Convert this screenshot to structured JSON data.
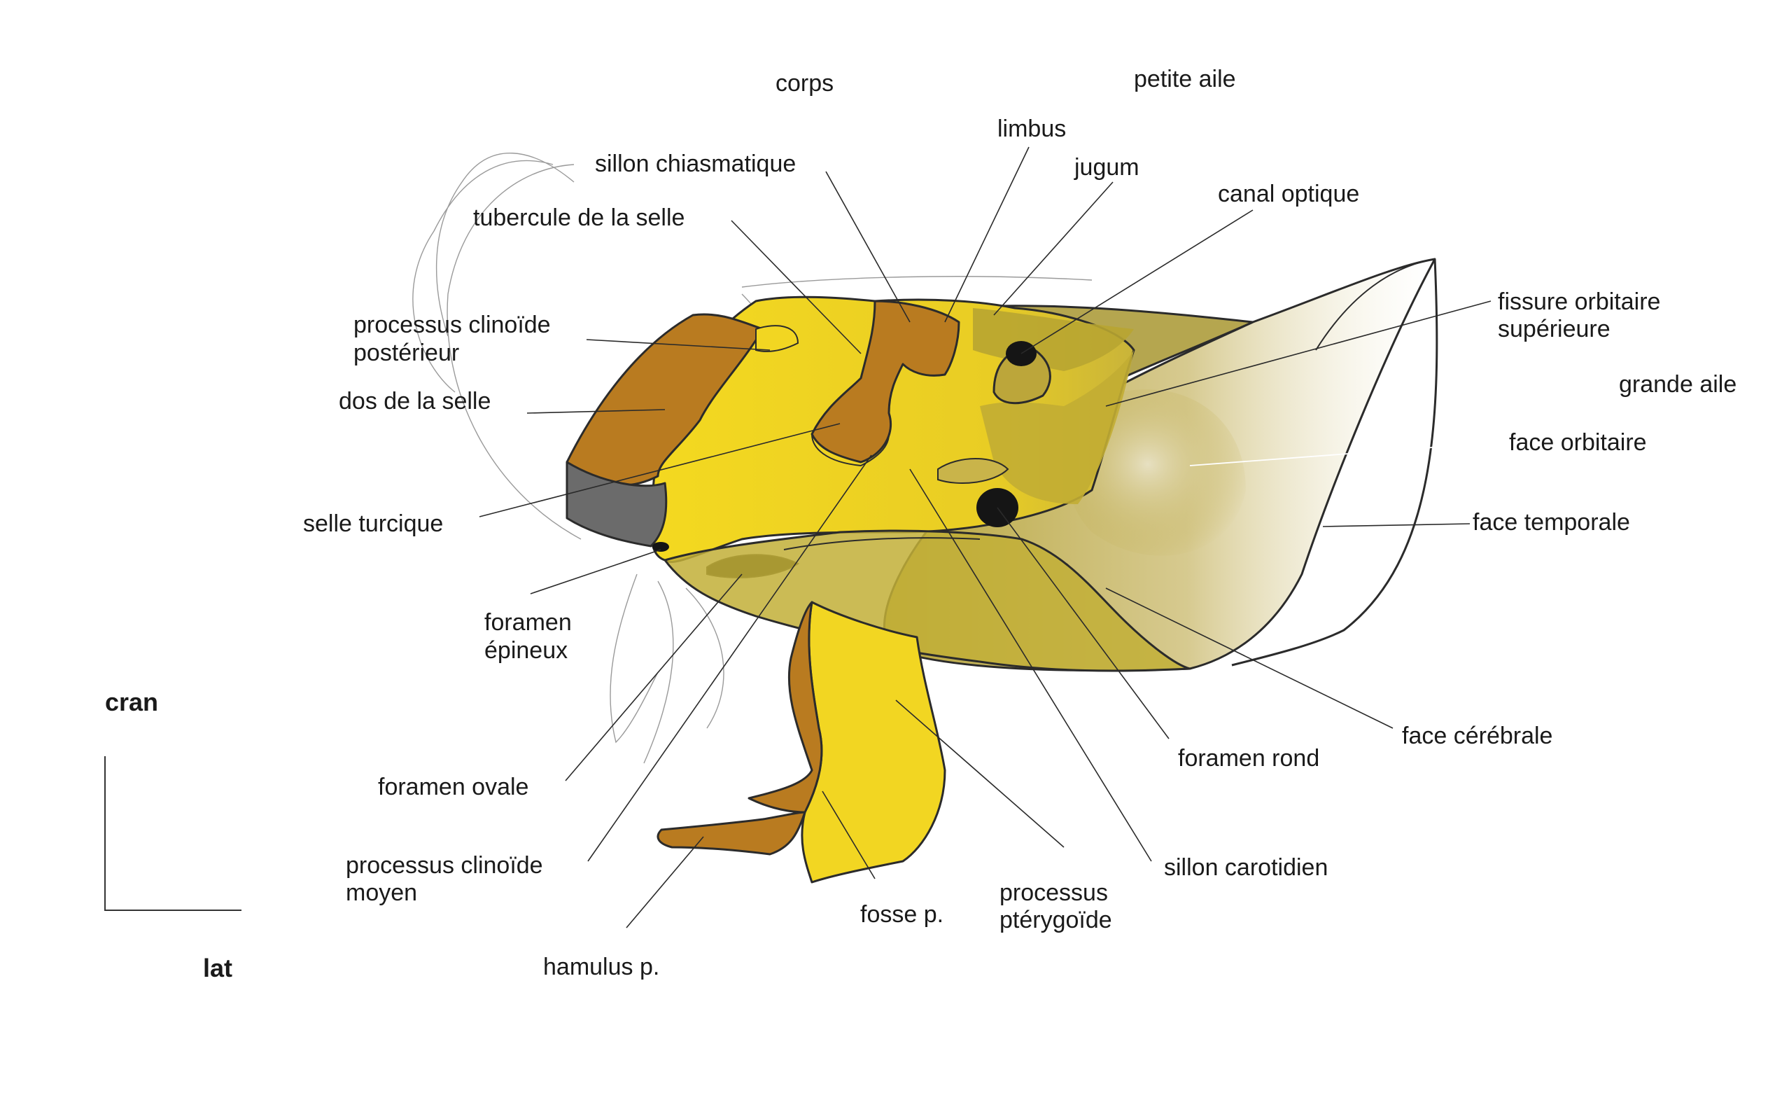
{
  "colors": {
    "body": "#f2d622",
    "brown": "#b97b20",
    "olive": "#b7a434",
    "olive_dark": "#a08f2a",
    "grey": "#6b6b6b",
    "foramen": "#151515",
    "outline": "#2b2b2b"
  },
  "labels": {
    "corps": "corps",
    "petite_aile": "petite aile",
    "limbus": "limbus",
    "sillon_chiasmatique": "sillon chiasmatique",
    "jugum": "jugum",
    "canal_optique": "canal optique",
    "tubercule_selle": "tubercule de la selle",
    "proc_clinoide_post_1": "processus clinoïde",
    "proc_clinoide_post_2": "postérieur",
    "fissure_orb_sup_1": "fissure orbitaire",
    "fissure_orb_sup_2": "supérieure",
    "grande_aile": "grande aile",
    "dos_selle": "dos de la selle",
    "face_orbitaire": "face orbitaire",
    "selle_turcique": "selle turcique",
    "face_temporale": "face temporale",
    "foramen_epineux_1": "foramen",
    "foramen_epineux_2": "épineux",
    "face_cerebrale": "face cérébrale",
    "foramen_rond": "foramen rond",
    "foramen_ovale": "foramen ovale",
    "proc_clinoide_moy_1": "processus clinoïde",
    "proc_clinoide_moy_2": "moyen",
    "sillon_carotidien": "sillon carotidien",
    "processus_pterygoide_1": "processus",
    "processus_pterygoide_2": "ptérygoïde",
    "fosse_p": "fosse p.",
    "hamulus_p": "hamulus p."
  },
  "axes": {
    "vertical": "cran",
    "horizontal": "lat"
  }
}
